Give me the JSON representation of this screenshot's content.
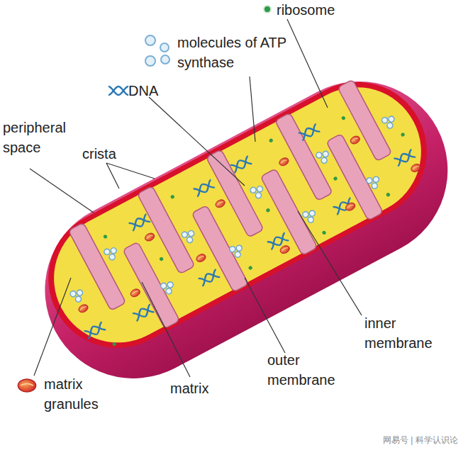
{
  "diagram": {
    "labels": [
      "ribosome",
      "molecules of ATP synthase",
      "DNA",
      "peripheral space",
      "crista",
      "inner membrane",
      "outer membrane",
      "matrix",
      "matrix granules",
      "网易号 | 科学认识论"
    ]
  }
}
